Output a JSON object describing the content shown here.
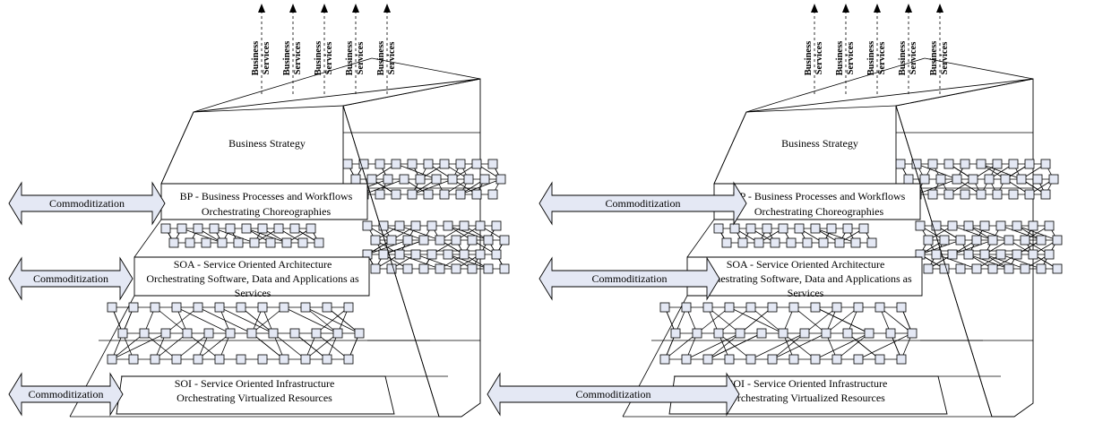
{
  "diagrams": [
    {
      "business_services": [
        "Business Services",
        "Business Services",
        "Business Services",
        "Business Services",
        "Business Services"
      ],
      "layers": {
        "strategy": "Business Strategy",
        "bp": [
          "BP - Business Processes and Workflows",
          "Orchestrating Choreographies"
        ],
        "soa": [
          "SOA - Service Oriented Architecture",
          "Orchestrating Software, Data and Applications as",
          "Services"
        ],
        "soi": [
          "SOI - Service Oriented Infrastructure",
          "Orchestrating Virtualized Resources"
        ]
      },
      "arrows": [
        {
          "label": "Commoditization"
        },
        {
          "label": "Commoditization"
        },
        {
          "label": "Commoditization"
        }
      ]
    },
    {
      "business_services": [
        "Business Services",
        "Business Services",
        "Business Services",
        "Business Services",
        "Business Services"
      ],
      "layers": {
        "strategy": "Business Strategy",
        "bp": [
          "BP - Business Processes and Workflows",
          "Orchestrating Choreographies"
        ],
        "soa": [
          "SOA - Service Oriented Architecture",
          "Orchestrating Software, Data and Applications as",
          "Services"
        ],
        "soi": [
          "SOI - Service Oriented Infrastructure",
          "Orchestrating Virtualized Resources"
        ]
      },
      "arrows": [
        {
          "label": "Commoditization"
        },
        {
          "label": "Commoditization"
        },
        {
          "label": "Commoditization"
        }
      ]
    }
  ],
  "colors": {
    "node_fill": "#e4e8f4",
    "arrow_fill": "#e4e8f4",
    "stroke": "#000000",
    "background": "#ffffff"
  }
}
